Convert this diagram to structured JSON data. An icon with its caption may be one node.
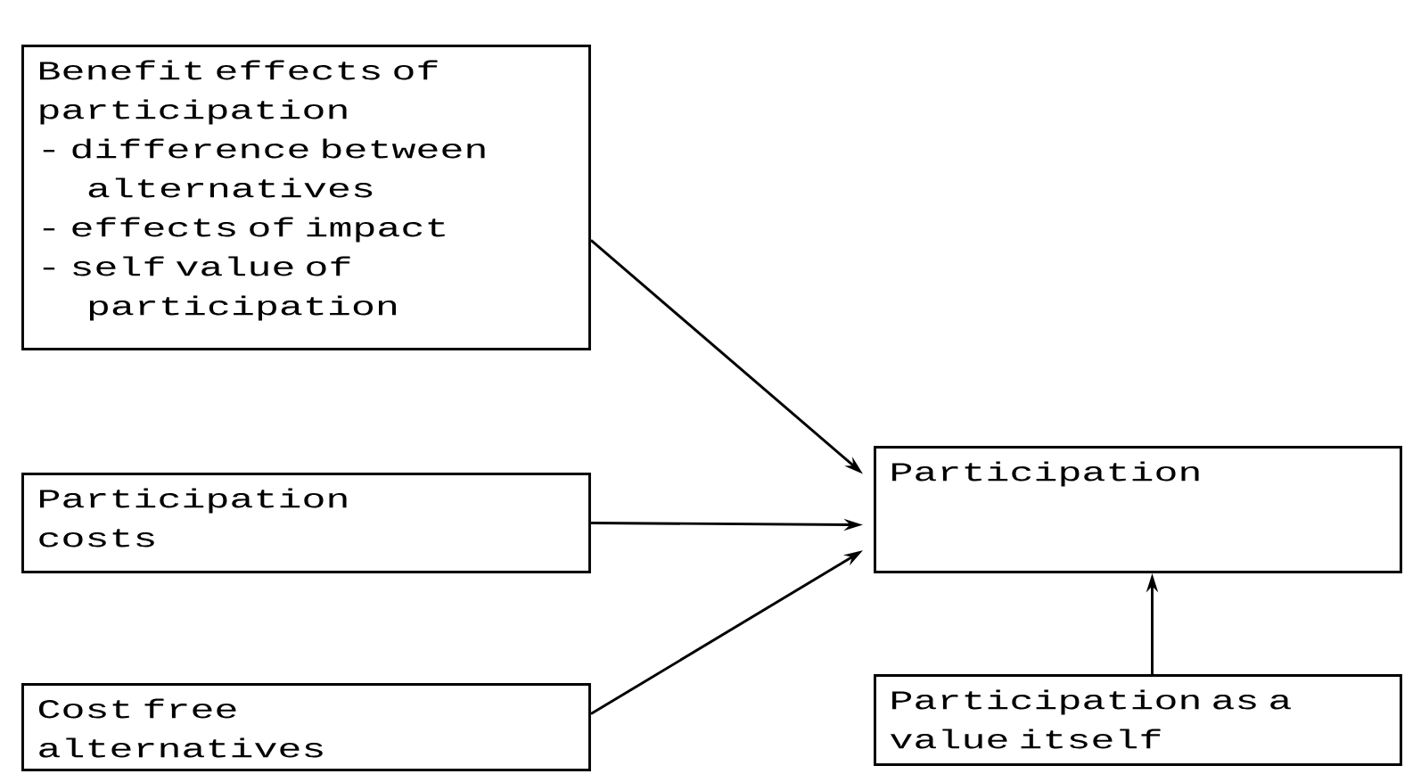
{
  "diagram": {
    "nodes": [
      {
        "text": [
          "Benefit effects of participation",
          "- difference between alternatives",
          "- effects of impact",
          "- self value of participation"
        ]
      },
      {
        "text": [
          "Participation costs"
        ]
      },
      {
        "text": [
          "Cost free alternatives"
        ]
      },
      {
        "text": [
          "Participation"
        ]
      },
      {
        "text": [
          "Participation as a value itself"
        ]
      }
    ],
    "edges": [
      {
        "from": 0,
        "to": 3,
        "arrow": "to"
      },
      {
        "from": 1,
        "to": 3,
        "arrow": "to"
      },
      {
        "from": 2,
        "to": 3,
        "arrow": "to"
      },
      {
        "from": 4,
        "to": 3,
        "arrow": "to"
      }
    ]
  }
}
